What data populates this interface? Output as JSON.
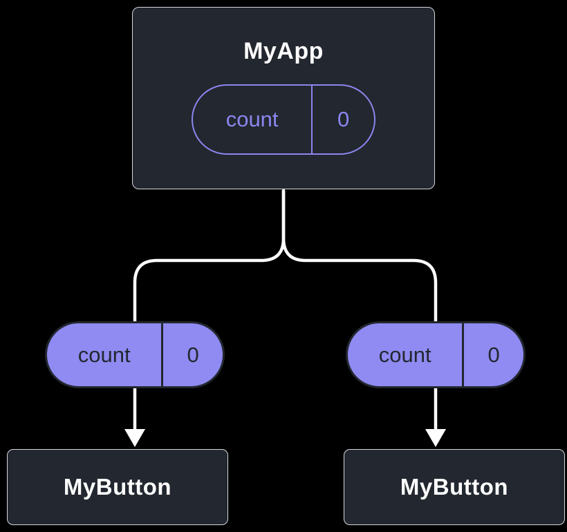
{
  "colors": {
    "background": "#000000",
    "node_fill": "#23272F",
    "node_border": "#d6d9de",
    "purple": "#8B87F0",
    "purple_fill": "#8F8BF2",
    "pill_text_dark": "#23272F",
    "text": "#FFFFFF",
    "connector": "#FFFFFF"
  },
  "diagram": {
    "root": {
      "title": "MyApp",
      "state": {
        "name": "count",
        "value": "0"
      }
    },
    "children": [
      {
        "prop": {
          "name": "count",
          "value": "0"
        },
        "title": "MyButton"
      },
      {
        "prop": {
          "name": "count",
          "value": "0"
        },
        "title": "MyButton"
      }
    ]
  }
}
